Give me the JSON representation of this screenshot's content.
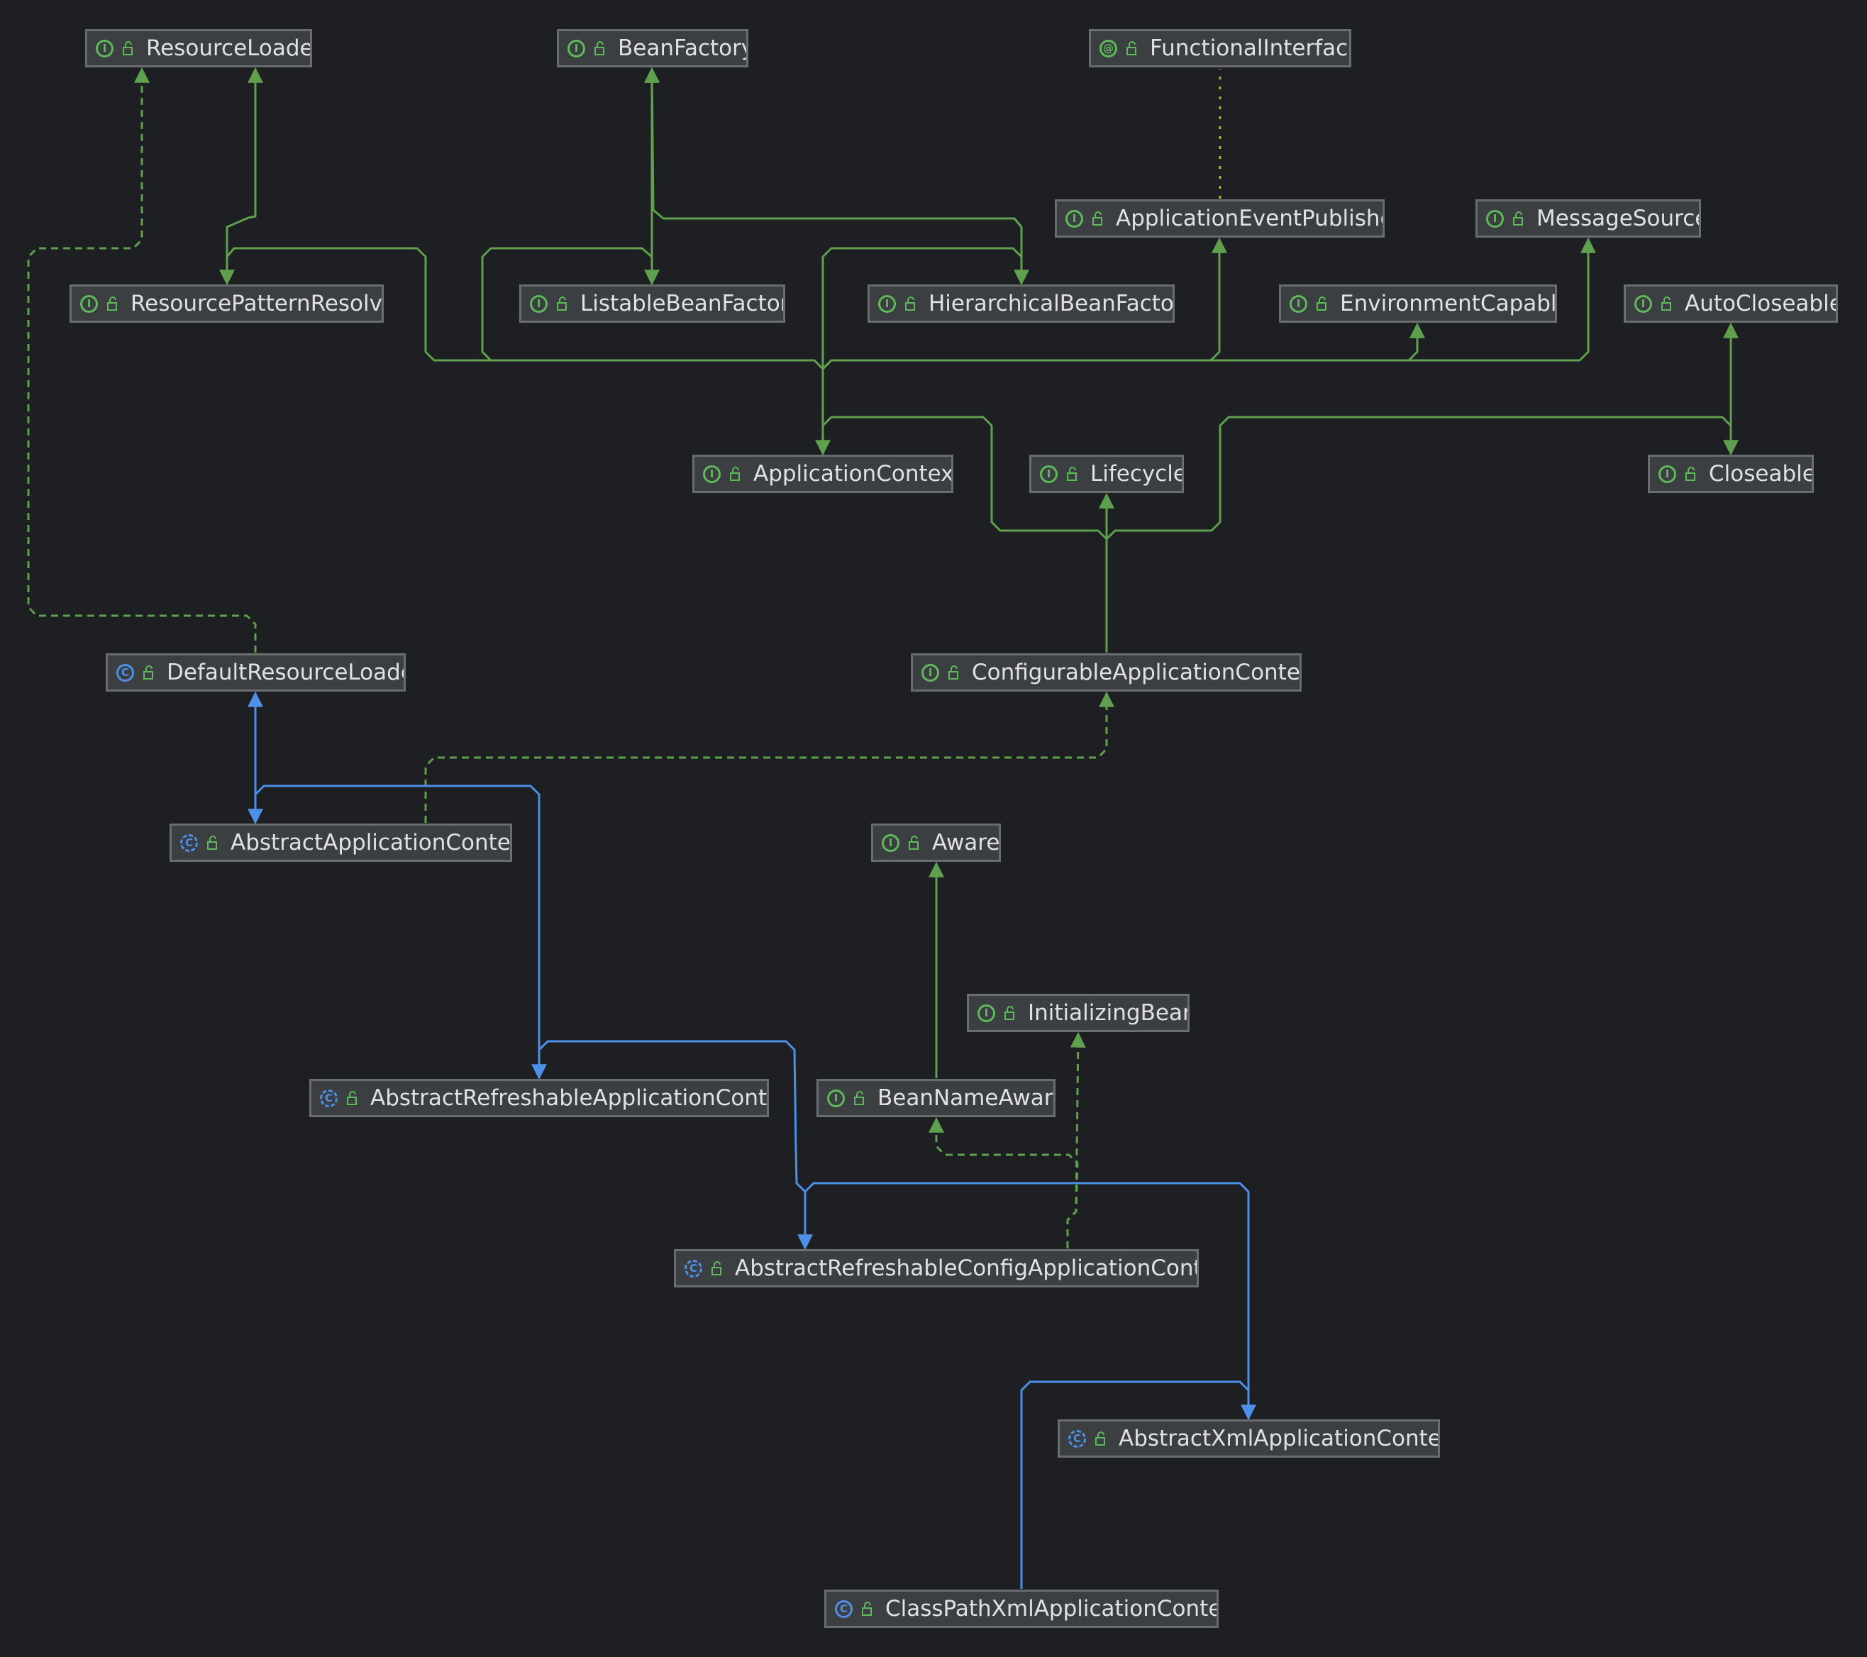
{
  "diagram": {
    "colors": {
      "background": "#1e1f22",
      "interface_edge": "#5fa04e",
      "class_edge": "#4e8fe8",
      "annotation_edge": "#b7b12a",
      "node_fill": "#3c3f41",
      "node_border": "#6a6d70",
      "text": "#dfe1e5"
    },
    "nodes": [
      {
        "id": "ResourceLoader",
        "label": "ResourceLoader",
        "kind": "interface",
        "kind_glyph": "I"
      },
      {
        "id": "BeanFactory",
        "label": "BeanFactory",
        "kind": "interface",
        "kind_glyph": "I"
      },
      {
        "id": "FunctionalInterface",
        "label": "FunctionalInterface",
        "kind": "annotation",
        "kind_glyph": "@"
      },
      {
        "id": "ApplicationEventPublisher",
        "label": "ApplicationEventPublisher",
        "kind": "interface",
        "kind_glyph": "I"
      },
      {
        "id": "MessageSource",
        "label": "MessageSource",
        "kind": "interface",
        "kind_glyph": "I"
      },
      {
        "id": "ResourcePatternResolver",
        "label": "ResourcePatternResolver",
        "kind": "interface",
        "kind_glyph": "I"
      },
      {
        "id": "ListableBeanFactory",
        "label": "ListableBeanFactory",
        "kind": "interface",
        "kind_glyph": "I"
      },
      {
        "id": "HierarchicalBeanFactory",
        "label": "HierarchicalBeanFactory",
        "kind": "interface",
        "kind_glyph": "I"
      },
      {
        "id": "EnvironmentCapable",
        "label": "EnvironmentCapable",
        "kind": "interface",
        "kind_glyph": "I"
      },
      {
        "id": "AutoCloseable",
        "label": "AutoCloseable",
        "kind": "interface",
        "kind_glyph": "I"
      },
      {
        "id": "ApplicationContext",
        "label": "ApplicationContext",
        "kind": "interface",
        "kind_glyph": "I"
      },
      {
        "id": "Lifecycle",
        "label": "Lifecycle",
        "kind": "interface",
        "kind_glyph": "I"
      },
      {
        "id": "Closeable",
        "label": "Closeable",
        "kind": "interface",
        "kind_glyph": "I"
      },
      {
        "id": "DefaultResourceLoader",
        "label": "DefaultResourceLoader",
        "kind": "class",
        "kind_glyph": "C"
      },
      {
        "id": "ConfigurableApplicationContext",
        "label": "ConfigurableApplicationContext",
        "kind": "interface",
        "kind_glyph": "I"
      },
      {
        "id": "AbstractApplicationContext",
        "label": "AbstractApplicationContext",
        "kind": "abstract",
        "kind_glyph": "C"
      },
      {
        "id": "Aware",
        "label": "Aware",
        "kind": "interface",
        "kind_glyph": "I"
      },
      {
        "id": "InitializingBean",
        "label": "InitializingBean",
        "kind": "interface",
        "kind_glyph": "I"
      },
      {
        "id": "AbstractRefreshableApplicationContext",
        "label": "AbstractRefreshableApplicationContext",
        "kind": "abstract",
        "kind_glyph": "C"
      },
      {
        "id": "BeanNameAware",
        "label": "BeanNameAware",
        "kind": "interface",
        "kind_glyph": "I"
      },
      {
        "id": "AbstractRefreshableConfigApplicationContext",
        "label": "AbstractRefreshableConfigApplicationContext",
        "kind": "abstract",
        "kind_glyph": "C"
      },
      {
        "id": "AbstractXmlApplicationContext",
        "label": "AbstractXmlApplicationContext",
        "kind": "abstract",
        "kind_glyph": "C"
      },
      {
        "id": "ClassPathXmlApplicationContext",
        "label": "ClassPathXmlApplicationContext",
        "kind": "class",
        "kind_glyph": "C"
      }
    ],
    "edges": [
      {
        "from": "ResourcePatternResolver",
        "to": "ResourceLoader",
        "type": "extends"
      },
      {
        "from": "ListableBeanFactory",
        "to": "BeanFactory",
        "type": "extends"
      },
      {
        "from": "HierarchicalBeanFactory",
        "to": "BeanFactory",
        "type": "extends"
      },
      {
        "from": "ApplicationEventPublisher",
        "to": "FunctionalInterface",
        "type": "annotated"
      },
      {
        "from": "ApplicationContext",
        "to": "ResourcePatternResolver",
        "type": "extends"
      },
      {
        "from": "ApplicationContext",
        "to": "ListableBeanFactory",
        "type": "extends"
      },
      {
        "from": "ApplicationContext",
        "to": "HierarchicalBeanFactory",
        "type": "extends"
      },
      {
        "from": "ApplicationContext",
        "to": "ApplicationEventPublisher",
        "type": "extends"
      },
      {
        "from": "ApplicationContext",
        "to": "EnvironmentCapable",
        "type": "extends"
      },
      {
        "from": "ApplicationContext",
        "to": "MessageSource",
        "type": "extends"
      },
      {
        "from": "Closeable",
        "to": "AutoCloseable",
        "type": "extends"
      },
      {
        "from": "ConfigurableApplicationContext",
        "to": "ApplicationContext",
        "type": "extends"
      },
      {
        "from": "ConfigurableApplicationContext",
        "to": "Lifecycle",
        "type": "extends"
      },
      {
        "from": "ConfigurableApplicationContext",
        "to": "Closeable",
        "type": "extends"
      },
      {
        "from": "DefaultResourceLoader",
        "to": "ResourceLoader",
        "type": "implements"
      },
      {
        "from": "AbstractApplicationContext",
        "to": "DefaultResourceLoader",
        "type": "class_extends"
      },
      {
        "from": "AbstractApplicationContext",
        "to": "ConfigurableApplicationContext",
        "type": "implements"
      },
      {
        "from": "AbstractRefreshableApplicationContext",
        "to": "AbstractApplicationContext",
        "type": "class_extends"
      },
      {
        "from": "BeanNameAware",
        "to": "Aware",
        "type": "extends"
      },
      {
        "from": "AbstractRefreshableConfigApplicationContext",
        "to": "AbstractRefreshableApplicationContext",
        "type": "class_extends"
      },
      {
        "from": "AbstractRefreshableConfigApplicationContext",
        "to": "BeanNameAware",
        "type": "implements"
      },
      {
        "from": "AbstractRefreshableConfigApplicationContext",
        "to": "InitializingBean",
        "type": "implements"
      },
      {
        "from": "AbstractXmlApplicationContext",
        "to": "AbstractRefreshableConfigApplicationContext",
        "type": "class_extends"
      },
      {
        "from": "ClassPathXmlApplicationContext",
        "to": "AbstractXmlApplicationContext",
        "type": "class_extends"
      }
    ]
  }
}
